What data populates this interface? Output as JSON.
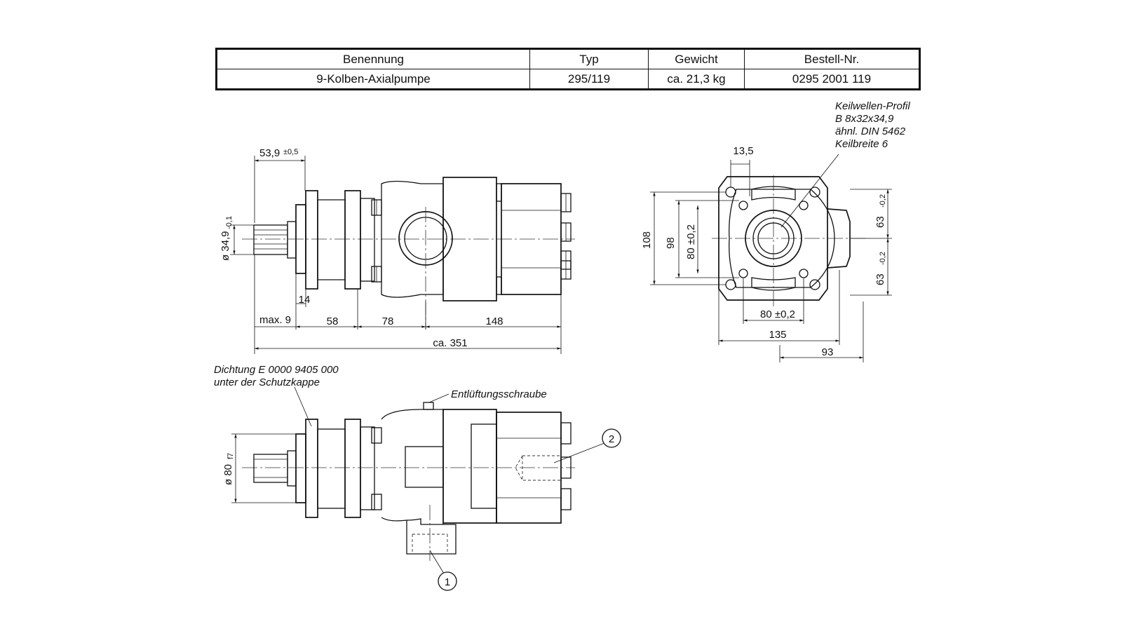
{
  "table": {
    "headers": [
      "Benennung",
      "Typ",
      "Gewicht",
      "Bestell-Nr."
    ],
    "row": [
      "9-Kolben-Axialpumpe",
      "295/119",
      "ca. 21,3 kg",
      "0295 2001 119"
    ]
  },
  "side_view": {
    "dim_flange_depth": "53,9",
    "dim_flange_depth_tol": "±0,5",
    "dim_shaft_dia": "ø 34,9",
    "dim_shaft_dia_tol": "-0,1",
    "dim_14": "14",
    "dim_max9": "max. 9",
    "dim_58": "58",
    "dim_78": "78",
    "dim_148": "148",
    "dim_total": "ca. 351"
  },
  "front_view": {
    "spline_note": [
      "Keilwellen-Profil",
      "B 8x32x34,9",
      "ähnl. DIN 5462",
      "Keilbreite 6"
    ],
    "dim_13_5": "13,5",
    "dim_108": "108",
    "dim_98": "98",
    "dim_80_v": "80 ±0,2",
    "dim_63_top": "63",
    "dim_63_top_tol": "-0,2",
    "dim_63_bot": "63",
    "dim_63_bot_tol": "-0,2",
    "dim_80_h": "80 ±0,2",
    "dim_135": "135",
    "dim_93": "93"
  },
  "bottom_view": {
    "seal_note": [
      "Dichtung E 0000 9405 000",
      "unter der Schutzkappe"
    ],
    "vent_note": "Entlüftungsschraube",
    "dim_flange_dia": "ø 80",
    "dim_flange_dia_tol": "f7",
    "callout_1": "1",
    "callout_2": "2"
  }
}
